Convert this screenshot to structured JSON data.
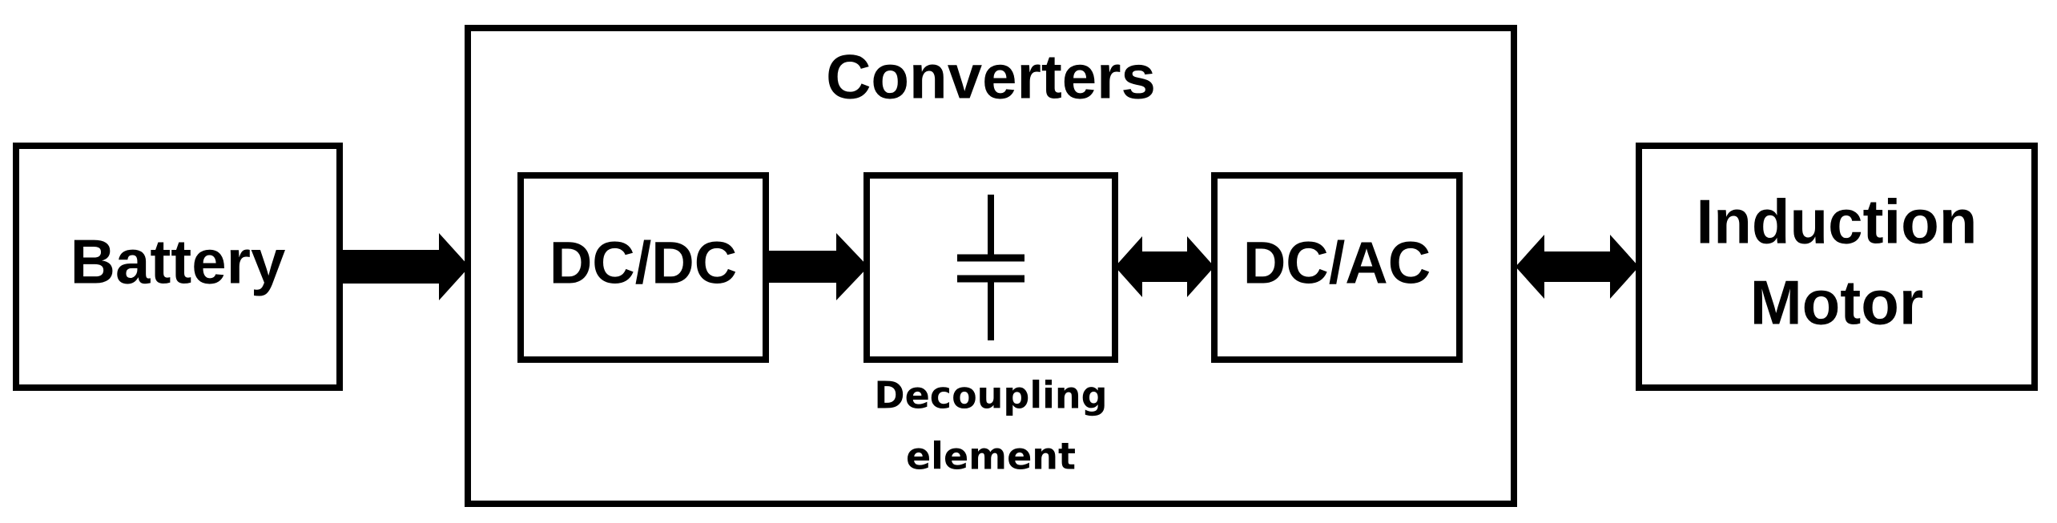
{
  "diagram": {
    "battery": {
      "label": "Battery"
    },
    "converters": {
      "title": "Converters",
      "dcdc": {
        "label": "DC/DC"
      },
      "decoupling": {
        "symbol": "capacitor-icon",
        "caption_line1": "Decoupling",
        "caption_line2": "element"
      },
      "dcac": {
        "label": "DC/AC"
      }
    },
    "motor": {
      "line1": "Induction",
      "line2": "Motor"
    }
  },
  "colors": {
    "stroke": "#000000",
    "background": "#ffffff"
  }
}
